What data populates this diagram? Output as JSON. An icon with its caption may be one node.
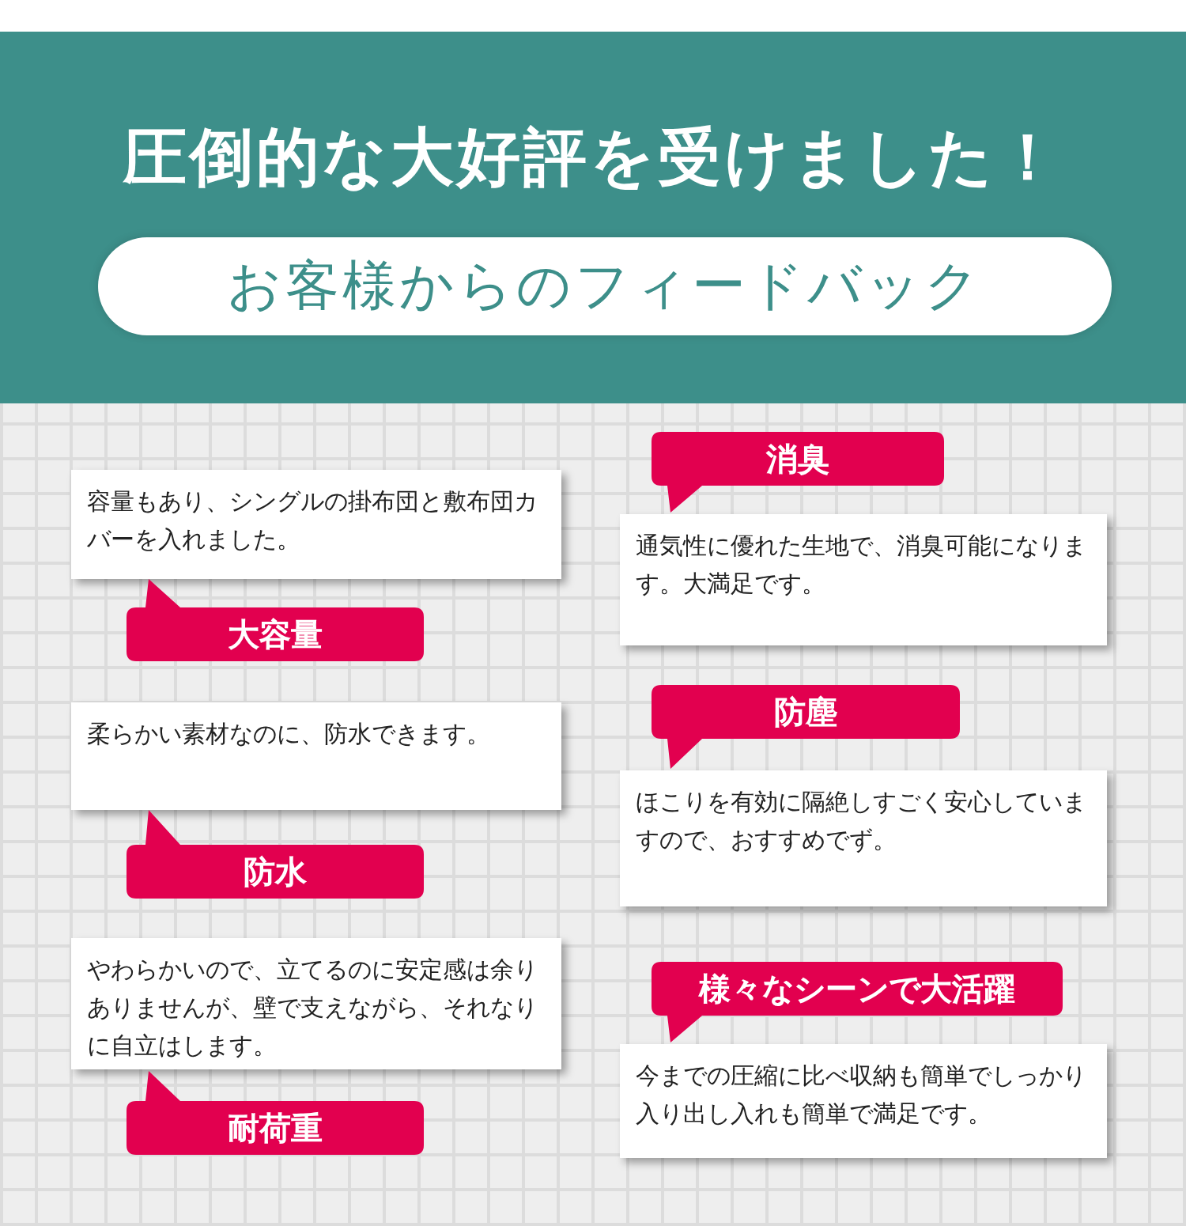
{
  "diagram": {
    "nodes": [
      {
        "text": [
          "圧倒的な大好評を受けました！"
        ]
      },
      {
        "text": [
          "お客様からのフィードバック"
        ],
        "in": 0
      },
      {
        "text": [
          "容量もあり、シングルの掛布団と敷布団カバーを入れました。"
        ]
      },
      {
        "text": [
          "大容量"
        ]
      },
      {
        "text": [
          "柔らかい素材なのに、防水できます。"
        ]
      },
      {
        "text": [
          "防水"
        ]
      },
      {
        "text": [
          "やわらかいので、立てるのに安定感は余りありませんが、壁で支えながら、それなりに自立はします。"
        ]
      },
      {
        "text": [
          "耐荷重"
        ]
      },
      {
        "text": [
          "消臭"
        ]
      },
      {
        "text": [
          "通気性に優れた生地で、消臭可能になります。大満足です。"
        ]
      },
      {
        "text": [
          "防塵"
        ]
      },
      {
        "text": [
          "ほこりを有効に隔絶しすごく安心していますので、おすすめでず。"
        ]
      },
      {
        "text": [
          "様々なシーンで大活躍"
        ]
      },
      {
        "text": [
          "今までの圧縮に比べ収納も簡単でしっかり入り出し入れも簡単で満足です。"
        ]
      }
    ]
  }
}
